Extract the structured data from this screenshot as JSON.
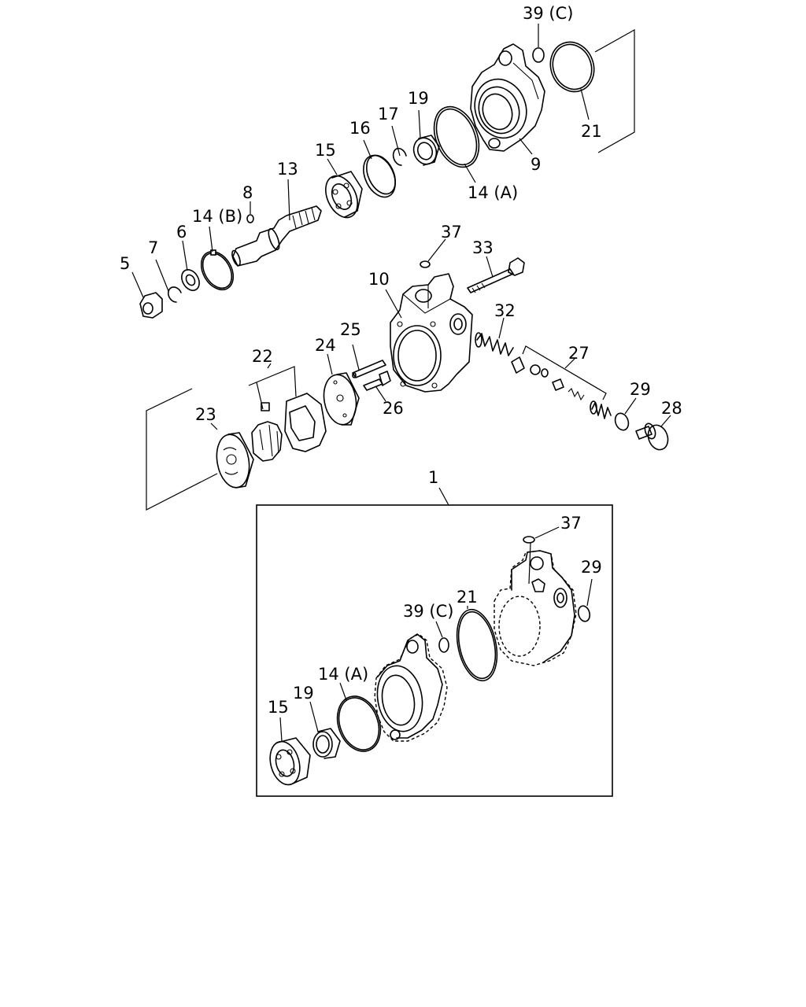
{
  "callouts": {
    "c1": "1",
    "c5": "5",
    "c6": "6",
    "c7": "7",
    "c8": "8",
    "c9": "9",
    "c10": "10",
    "c13": "13",
    "c14a_top": "14 (A)",
    "c14b": "14 (B)",
    "c15_top": "15",
    "c16": "16",
    "c17": "17",
    "c19_top": "19",
    "c21_top": "21",
    "c22": "22",
    "c23": "23",
    "c24": "24",
    "c25": "25",
    "c26": "26",
    "c27": "27",
    "c28": "28",
    "c29_top": "29",
    "c32": "32",
    "c33": "33",
    "c37_top": "37",
    "c39c_top": "39 (C)",
    "c37_box": "37",
    "c29_box": "29",
    "c39c_box": "39 (C)",
    "c21_box": "21",
    "c14a_box": "14 (A)",
    "c19_box": "19",
    "c15_box": "15"
  }
}
